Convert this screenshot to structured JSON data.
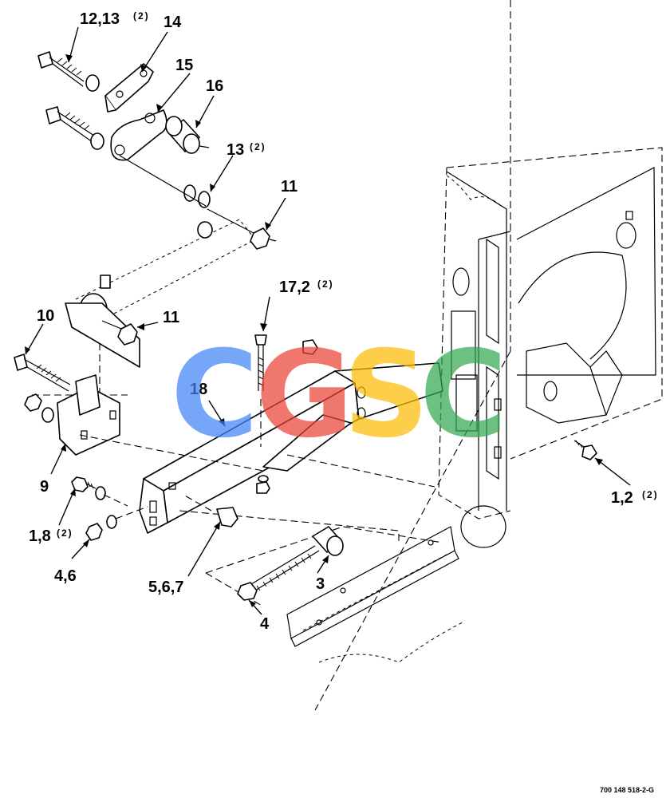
{
  "callouts": {
    "c_12_13": "12,13",
    "c_12_13_qty": "(2)",
    "c_14": "14",
    "c_15": "15",
    "c_16": "16",
    "c_13": "13",
    "c_13_qty": "(2)",
    "c_11_top": "11",
    "c_17_2": "17,2",
    "c_17_2_qty": "(2)",
    "c_10": "10",
    "c_11_mid": "11",
    "c_18": "18",
    "c_9": "9",
    "c_1_8": "1,8",
    "c_1_8_qty": "(2)",
    "c_4_6": "4,6",
    "c_5_6_7": "5,6,7",
    "c_3": "3",
    "c_4": "4",
    "c_1_2": "1,2",
    "c_1_2_qty": "(2)"
  },
  "figure_number": "700 148 518-2-G",
  "watermark": {
    "letters": [
      "C",
      "G",
      "S",
      "C"
    ],
    "colors": [
      "#4285F4",
      "#EA4335",
      "#FBBC05",
      "#34A853"
    ]
  }
}
